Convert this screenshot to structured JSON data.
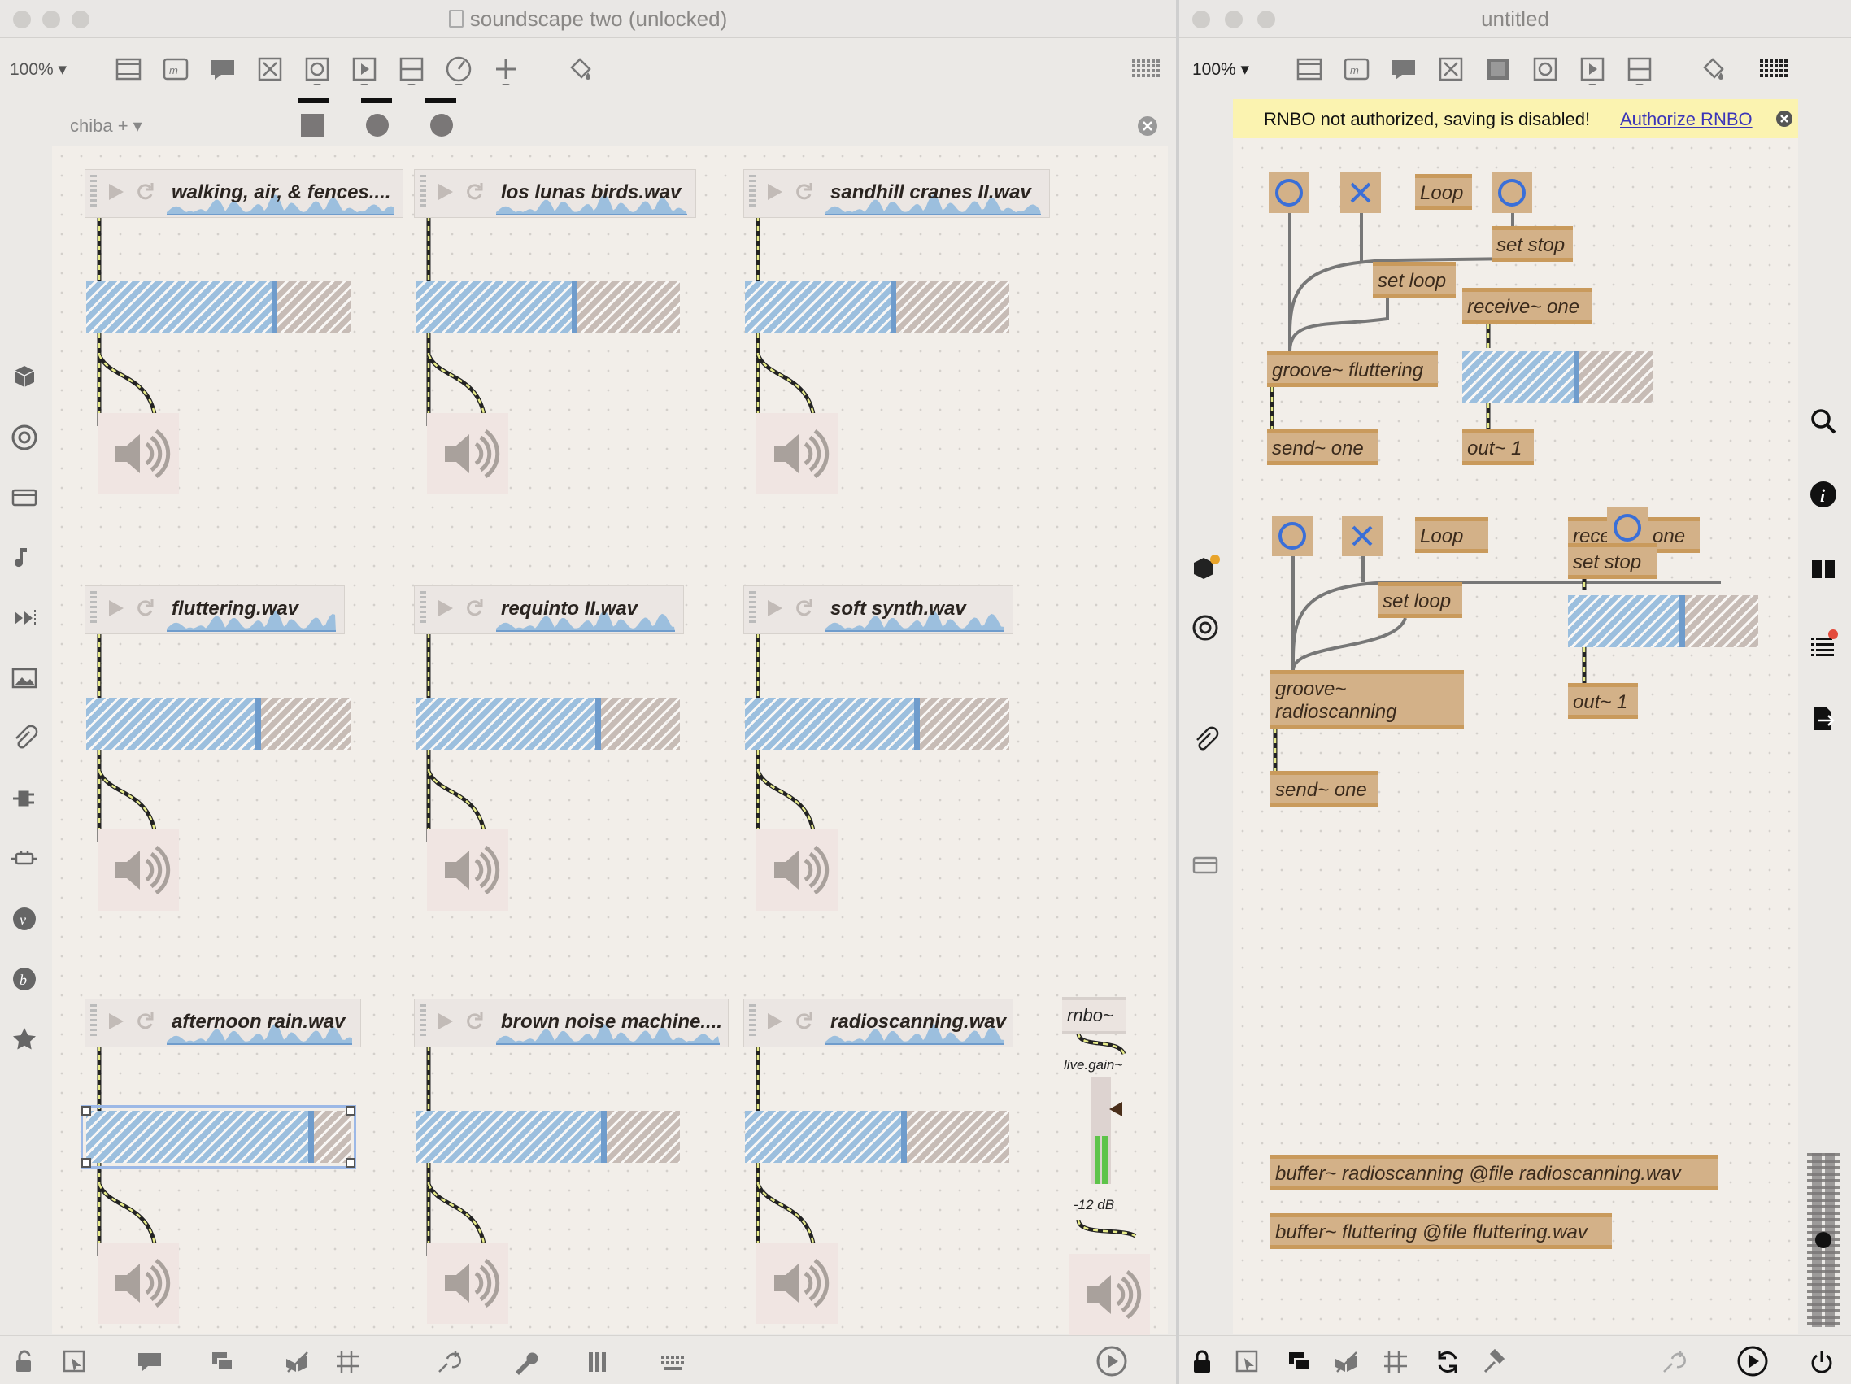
{
  "colors": {
    "accent": "#3a6fd8",
    "slider_fill": "#9cbfde",
    "slider_rest": "#c7bcb6",
    "box_fill": "#d3b188",
    "box_edge": "#c99a5c",
    "banner_bg": "#fbf3b0",
    "meter_green": "#5ec44a"
  },
  "window_main": {
    "title": "soundscape two (unlocked)",
    "zoom": "100%",
    "tab_label": "chiba",
    "players": [
      {
        "label": "walking, air, & fences....",
        "level": 0.71
      },
      {
        "label": "los lunas birds.wav",
        "level": 0.6
      },
      {
        "label": "sandhill cranes II.wav",
        "level": 0.56
      },
      {
        "label": "fluttering.wav",
        "level": 0.65
      },
      {
        "label": "requinto II.wav",
        "level": 0.69
      },
      {
        "label": "soft synth.wav",
        "level": 0.65
      },
      {
        "label": "afternoon rain.wav",
        "level": 0.85
      },
      {
        "label": "brown noise machine....",
        "level": 0.71
      },
      {
        "label": "radioscanning.wav",
        "level": 0.6
      }
    ],
    "rnbo_label": "rnbo~",
    "gain_label": "live.gain~",
    "gain_value": "-12 dB",
    "gain_level": 0.45
  },
  "window_rnbo": {
    "title": "untitled",
    "zoom": "100%",
    "banner_text": "RNBO not authorized, saving is disabled!",
    "banner_link": "Authorize RNBO",
    "boxes": {
      "loop1": "Loop",
      "setstop1": "set stop",
      "setloop1": "set loop",
      "receive1": "receive~ one",
      "groove1": "groove~ fluttering",
      "send1": "send~ one",
      "out1": "out~ 1",
      "loop2": "Loop",
      "receive2": "receive~ one",
      "setstop2": "set stop",
      "setloop2": "set loop",
      "groove2a": "groove~",
      "groove2b": "radioscanning",
      "out2": "out~ 1",
      "send2": "send~ one",
      "buffer1": "buffer~ radioscanning @file radioscanning.wav",
      "buffer2": "buffer~ fluttering @file fluttering.wav"
    },
    "sliders": [
      {
        "level": 0.6
      },
      {
        "level": 0.6
      }
    ],
    "output_level": 0.5
  }
}
